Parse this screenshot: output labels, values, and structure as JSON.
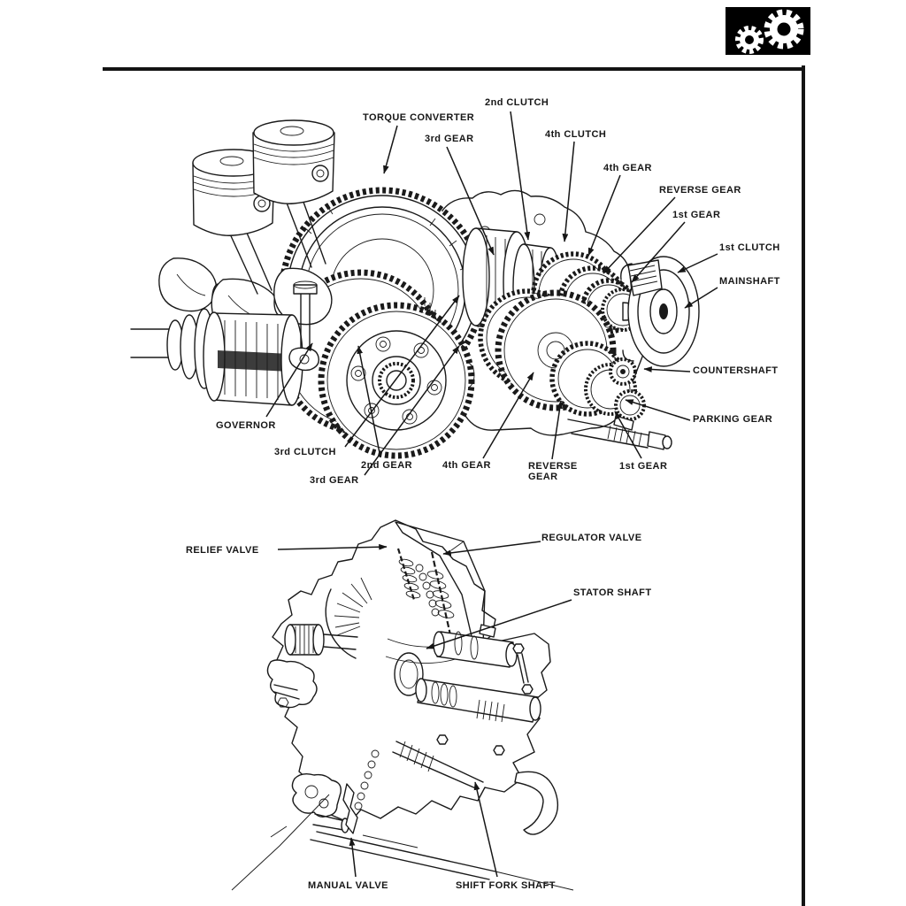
{
  "page": {
    "background": "#ffffff",
    "ink_color": "#161616",
    "border_color": "#141414"
  },
  "corner_icon": {
    "name": "gears-icon",
    "background": "#000000",
    "gear_color": "#ffffff"
  },
  "top_diagram": {
    "labels": [
      {
        "id": "torque-converter",
        "text": "TORQUE CONVERTER"
      },
      {
        "id": "second-clutch",
        "text": "2nd CLUTCH"
      },
      {
        "id": "third-gear-upper",
        "text": "3rd GEAR"
      },
      {
        "id": "fourth-clutch",
        "text": "4th CLUTCH"
      },
      {
        "id": "fourth-gear-upper",
        "text": "4th GEAR"
      },
      {
        "id": "reverse-gear-upper",
        "text": "REVERSE GEAR"
      },
      {
        "id": "first-gear-upper",
        "text": "1st GEAR"
      },
      {
        "id": "first-clutch",
        "text": "1st CLUTCH"
      },
      {
        "id": "mainshaft",
        "text": "MAINSHAFT"
      },
      {
        "id": "countershaft",
        "text": "COUNTERSHAFT"
      },
      {
        "id": "parking-gear",
        "text": "PARKING GEAR"
      },
      {
        "id": "governor",
        "text": "GOVERNOR"
      },
      {
        "id": "third-clutch",
        "text": "3rd CLUTCH"
      },
      {
        "id": "third-gear-lower",
        "text": "3rd GEAR"
      },
      {
        "id": "second-gear-lower",
        "text": "2nd GEAR"
      },
      {
        "id": "fourth-gear-lower",
        "text": "4th GEAR"
      },
      {
        "id": "reverse-gear-lower",
        "text": "REVERSE GEAR"
      },
      {
        "id": "first-gear-lower",
        "text": "1st GEAR"
      }
    ]
  },
  "bottom_diagram": {
    "labels": [
      {
        "id": "relief-valve",
        "text": "RELIEF VALVE"
      },
      {
        "id": "regulator-valve",
        "text": "REGULATOR VALVE"
      },
      {
        "id": "stator-shaft",
        "text": "STATOR SHAFT"
      },
      {
        "id": "manual-valve",
        "text": "MANUAL VALVE"
      },
      {
        "id": "shift-fork-shaft",
        "text": "SHIFT FORK SHAFT"
      }
    ]
  }
}
